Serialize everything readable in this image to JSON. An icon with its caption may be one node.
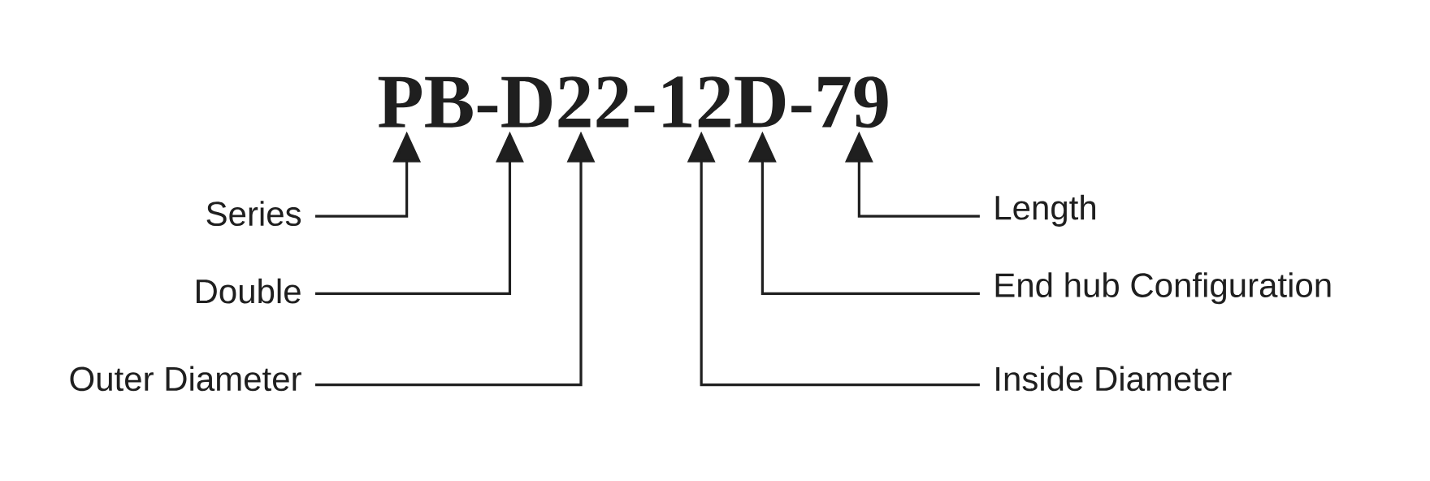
{
  "diagram": {
    "nodes": [
      {
        "text": [
          "PB-D22-12D-79"
        ]
      },
      {
        "text": [
          "Series"
        ]
      },
      {
        "text": [
          "Double"
        ]
      },
      {
        "text": [
          "Outer Diameter"
        ]
      },
      {
        "text": [
          "Length"
        ]
      },
      {
        "text": [
          "End hub Configuration"
        ]
      },
      {
        "text": [
          "Inside Diameter"
        ]
      }
    ],
    "edges": [
      {
        "from": 1,
        "to": 0,
        "arrow": "to"
      },
      {
        "from": 2,
        "to": 0,
        "arrow": "to"
      },
      {
        "from": 3,
        "to": 0,
        "arrow": "to"
      },
      {
        "from": 4,
        "to": 0,
        "arrow": "to"
      },
      {
        "from": 5,
        "to": 0,
        "arrow": "to"
      },
      {
        "from": 6,
        "to": 0,
        "arrow": "to"
      }
    ]
  }
}
